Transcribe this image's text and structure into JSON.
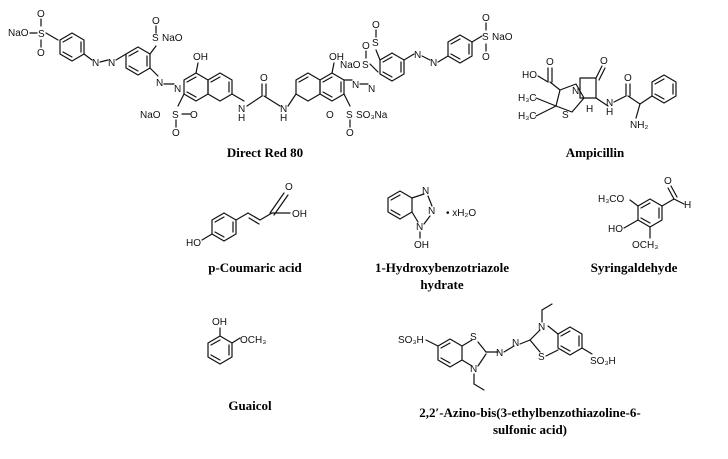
{
  "compounds": [
    {
      "name": "Direct Red 80"
    },
    {
      "name": "Ampicillin"
    },
    {
      "name": "p-Coumaric acid"
    },
    {
      "name": "1-Hydroxybenzotriazole",
      "name_line2": "hydrate"
    },
    {
      "name": "Syringaldehyde"
    },
    {
      "name": "Guaicol"
    },
    {
      "name": "2,2′-Azino-bis(3-ethylbenzothiazoline-6-",
      "name_line2": "sulfonic acid)"
    }
  ],
  "atom_labels": {
    "ona": "NaO",
    "sona": "SO₃Na",
    "s": "S",
    "o": "O",
    "n": "N",
    "h": "H",
    "oh": "OH",
    "cooh": "OH",
    "och3": "OCH₃",
    "h3co": "H₃CO",
    "ho": "HO",
    "nh2": "NH₂",
    "h3c": "H₃C",
    "hydrate": "• xH₂O",
    "so3h": "SO₃H"
  }
}
